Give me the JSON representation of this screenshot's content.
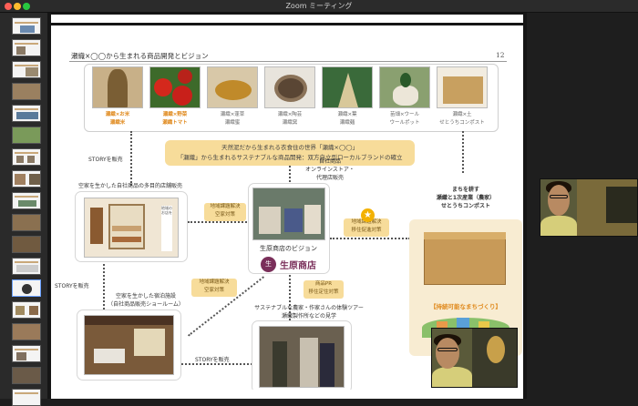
{
  "window": {
    "title": "Zoom ミーティング"
  },
  "slide": {
    "title": "瀬織×◯◯から生まれる商品開発とビジョン",
    "page_number": "12",
    "products": [
      {
        "line1": "瀬織×お米",
        "line2": "瀬織米"
      },
      {
        "line1": "瀬織×野菜",
        "line2": "瀬織トマト"
      },
      {
        "line1": "瀬織×蓬草",
        "line2": "瀬織蜜"
      },
      {
        "line1": "瀬織×陶芸",
        "line2": "瀬織窯"
      },
      {
        "line1": "瀬織×葉",
        "line2": "瀬織麺"
      },
      {
        "line1": "苗畑×ウール",
        "line2": "ウールポット"
      },
      {
        "line1": "瀬織×土",
        "line2": "せとうちコンポスト"
      }
    ],
    "banner": {
      "line1": "天然泥だから生まれる衣食住の世界「瀬織×◯◯」",
      "line2": "「瀬織」から生まれるサステナブルな商品開発：双方自立型ローカルブランドの確立"
    },
    "story_sale_top": "STORYを販売",
    "online_store": [
      "自社商品",
      "オンラインストア・",
      "代理店販売"
    ],
    "shop_caption": "空家を生かした自社商品の多目的店舗販売",
    "shop_photo_text": [
      "地域",
      "の",
      "お",
      "店",
      "を",
      "生",
      "か",
      "し",
      "て"
    ],
    "tag_vacancy": [
      "地域課題解決",
      "空家対策"
    ],
    "vision_title": "生原商店のビジョン",
    "logo_mark": "生",
    "logo_text": "生原商店",
    "tag_migration": [
      "地域課題解決",
      "移住促進対策"
    ],
    "town_header": [
      "まちを耕す",
      "瀬織と1次産業（農家）",
      "せとうちコンポスト"
    ],
    "town_label": "【持続可能なまちづくり】",
    "story_sale_left": "STORYを販売",
    "inn_caption": [
      "空家を生かした宿泊施設",
      "（自社商品販売ショールーム）"
    ],
    "tag_vacancy2": [
      "地域課題解決",
      "空家対策"
    ],
    "tag_pr": [
      "商品PR",
      "移住定住対策"
    ],
    "tour_caption": [
      "サステナブルな農家・作家さんの体験ツアー",
      "瀬織製作所などの見学"
    ],
    "story_sale_bottom": "STORYを販売"
  },
  "colors": {
    "accent_orange": "#e08a1e",
    "banner_yellow": "#f7dc9a",
    "brand_purple": "#7a2f5a"
  }
}
